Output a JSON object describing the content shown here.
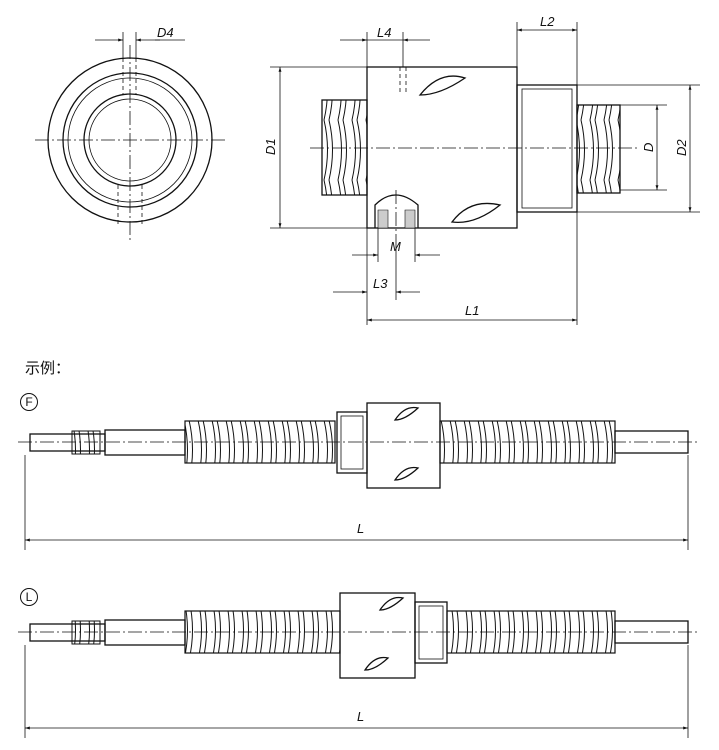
{
  "labels": {
    "d4": "D4",
    "l4": "L4",
    "l2": "L2",
    "d1": "D1",
    "d2": "D2",
    "d": "D",
    "m": "M",
    "l3": "L3",
    "l1": "L1",
    "l": "L"
  },
  "example_caption": "示例：",
  "variants": [
    {
      "mark": "F"
    },
    {
      "mark": "L"
    }
  ]
}
